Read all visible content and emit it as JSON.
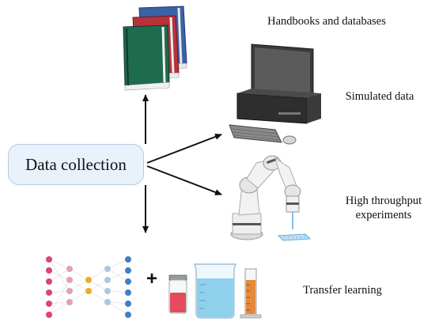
{
  "center_node": {
    "label": "Data collection"
  },
  "sources": [
    {
      "label": "Handbooks and databases"
    },
    {
      "label": "Simulated data"
    },
    {
      "label_line1": "High throughput",
      "label_line2": "experiments"
    },
    {
      "label": "Transfer learning"
    }
  ],
  "plus_symbol": "+",
  "colors": {
    "box_fill": "#e9f1fb",
    "box_border": "#b7c9df",
    "arrow": "#111111",
    "book_green": "#1f6b4e",
    "book_red": "#b8323a",
    "book_blue": "#3b62a8",
    "nn_pink": "#d9467a",
    "nn_orange": "#f0a830",
    "nn_blue": "#3f7fc7",
    "liquid_blue": "#8fd0ec",
    "liquid_red": "#e54b5a",
    "liquid_orange": "#e58a3a"
  }
}
